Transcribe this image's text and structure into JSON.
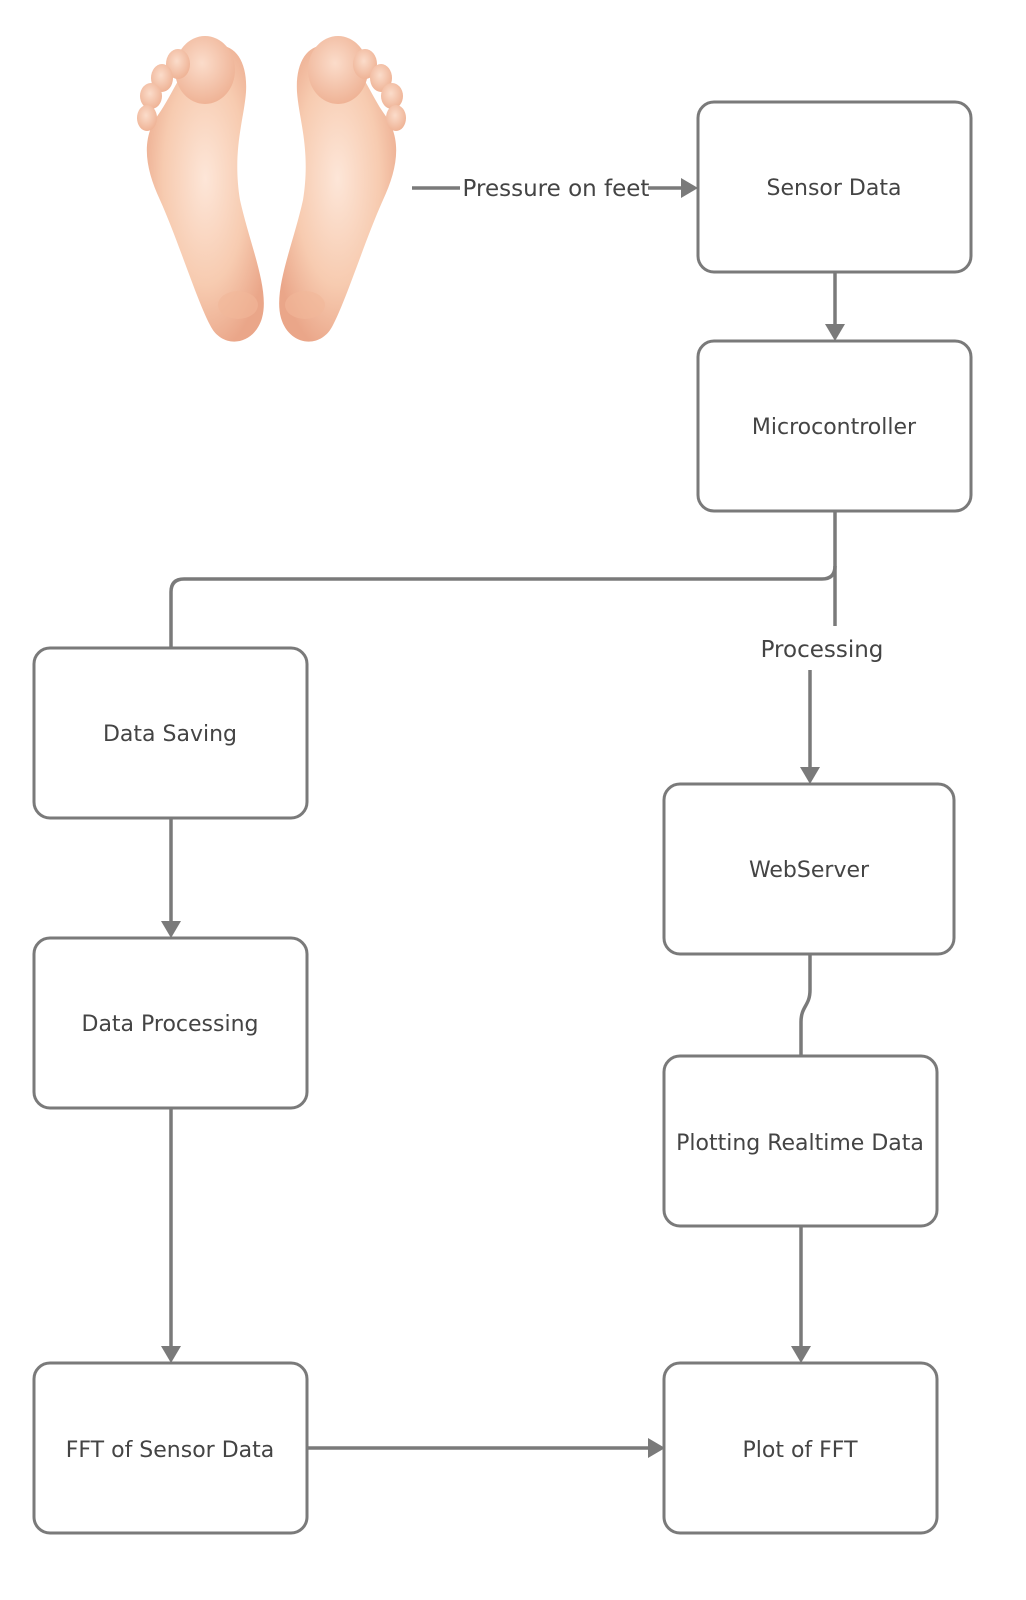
{
  "diagram": {
    "nodes": {
      "sensor_data": "Sensor Data",
      "microcontroller": "Microcontroller",
      "data_saving": "Data Saving",
      "data_processing": "Data Processing",
      "fft_of_sensor_data": "FFT of Sensor Data",
      "webserver": "WebServer",
      "plotting_realtime_data": "Plotting Realtime Data",
      "plot_of_fft": "Plot of FFT"
    },
    "edge_labels": {
      "pressure_on_feet": "Pressure on feet",
      "processing": "Processing"
    },
    "image": {
      "name": "feet-soles-illustration"
    },
    "colors": {
      "stroke": "#7a7a7a",
      "text": "#444444",
      "skin": "#f6c6a8"
    }
  }
}
